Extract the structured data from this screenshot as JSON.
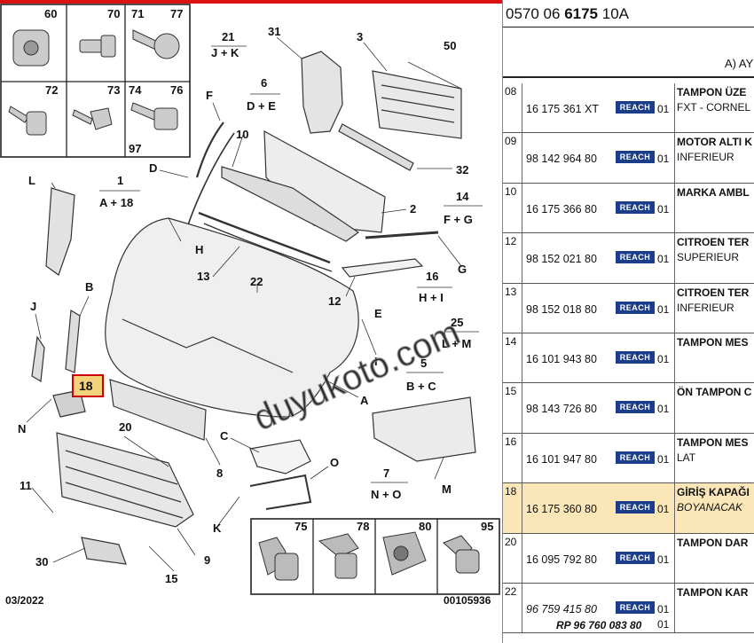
{
  "reference": {
    "prefix": "0570 06 ",
    "bold": "6175",
    "suffix": " 10A"
  },
  "column_header": "A) AY",
  "watermark": "duyukoto.com",
  "diagram": {
    "date": "03/2022",
    "code": "00105936",
    "fastener_labels_top": [
      "60",
      "70",
      "71",
      "77",
      "72",
      "73",
      "74",
      "76",
      "97"
    ],
    "fastener_labels_bottom": [
      "75",
      "78",
      "80",
      "95"
    ],
    "labels": {
      "d21": "21",
      "d21s": "J + K",
      "d31": "31",
      "d3": "3",
      "d50": "50",
      "d6": "6",
      "d6s": "D + E",
      "dF": "F",
      "d10": "10",
      "dD": "D",
      "d1": "1",
      "d1s": "A + 18",
      "dL": "L",
      "dH": "H",
      "d14": "14",
      "d14s": "F + G",
      "d2": "2",
      "d32": "32",
      "d13": "13",
      "d22": "22",
      "dG": "G",
      "d16": "16",
      "d16s": "H + I",
      "dB": "B",
      "dJ": "J",
      "d12": "12",
      "dE": "E",
      "d25": "25",
      "d25s": "L + M",
      "dI": "I",
      "d5": "5",
      "d5s": "B + C",
      "dA": "A",
      "d18": "18",
      "dN": "N",
      "d20": "20",
      "dC": "C",
      "d8": "8",
      "dO": "O",
      "d7": "7",
      "d7s": "N + O",
      "d11": "11",
      "dM": "M",
      "dK": "K",
      "d30": "30",
      "d9": "9",
      "d15": "15"
    }
  },
  "rows": [
    {
      "num": "08",
      "part": "16 175 361 XT",
      "badge": "REACH",
      "qty": "01",
      "desc1": "TAMPON ÜZE",
      "desc2": "FXT - CORNEL"
    },
    {
      "num": "09",
      "part": "98 142 964 80",
      "badge": "REACH",
      "qty": "01",
      "desc1": "MOTOR ALTI K",
      "desc2": "INFERIEUR"
    },
    {
      "num": "10",
      "part": "16 175 366 80",
      "badge": "REACH",
      "qty": "01",
      "desc1": "MARKA AMBL",
      "desc2": ""
    },
    {
      "num": "12",
      "part": "98 152 021 80",
      "badge": "REACH",
      "qty": "01",
      "desc1": "CITROEN TER",
      "desc2": "SUPERIEUR"
    },
    {
      "num": "13",
      "part": "98 152 018 80",
      "badge": "REACH",
      "qty": "01",
      "desc1": "CITROEN TER",
      "desc2": "INFERIEUR"
    },
    {
      "num": "14",
      "part": "16 101 943 80",
      "badge": "REACH",
      "qty": "01",
      "desc1": "TAMPON MES",
      "desc2": ""
    },
    {
      "num": "15",
      "part": "98 143 726 80",
      "badge": "REACH",
      "qty": "01",
      "desc1": "ÖN TAMPON C",
      "desc2": ""
    },
    {
      "num": "16",
      "part": "16 101 947 80",
      "badge": "REACH",
      "qty": "01",
      "desc1": "TAMPON MES",
      "desc2": "LAT"
    },
    {
      "num": "18",
      "part": "16 175 360 80",
      "badge": "REACH",
      "qty": "01",
      "desc1": "GİRİŞ KAPAĞI",
      "desc2": "BOYANACAK",
      "highlight": true
    },
    {
      "num": "20",
      "part": "16 095 792 80",
      "badge": "REACH",
      "qty": "01",
      "desc1": "TAMPON DAR",
      "desc2": ""
    },
    {
      "num": "22",
      "part": "96 759 415 80",
      "badge": "REACH",
      "qty": "01",
      "desc1": "TAMPON KAR",
      "desc2": "",
      "alt": true,
      "extra": "RP 96 760 083 80",
      "qty2": "01"
    }
  ]
}
